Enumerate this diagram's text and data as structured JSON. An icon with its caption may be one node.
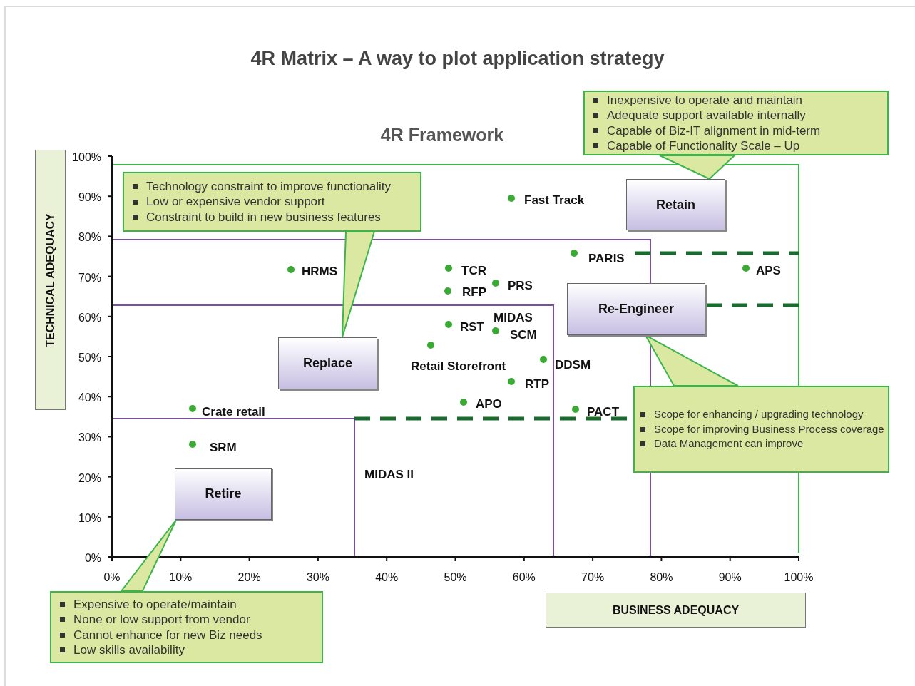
{
  "diagram": {
    "title": "4R Matrix – A way to plot application strategy",
    "nodes": [
      {
        "text": [
          "Inexpensive to operate and maintain",
          "Adequate support available internally",
          "Capable of Biz-IT alignment in mid-term",
          "Capable of Functionality Scale – Up"
        ]
      },
      {
        "text": [
          "Retain"
        ]
      },
      {
        "text": [
          "Technology constraint to improve functionality",
          "Low or expensive vendor support",
          "Constraint to build in new business features"
        ]
      },
      {
        "text": [
          "Replace"
        ]
      },
      {
        "text": [
          "Re-Engineer"
        ]
      },
      {
        "text": [
          "Scope for enhancing / upgrading technology",
          "Scope for improving Business Process coverage",
          "Data Management can improve"
        ]
      },
      {
        "text": [
          "Retire"
        ]
      },
      {
        "text": [
          "Expensive to operate/maintain",
          "None or low support from vendor",
          "Cannot enhance for new Biz needs",
          "Low skills availability"
        ]
      },
      {
        "text": [
          "TECHNICAL ADEQUACY"
        ]
      },
      {
        "text": [
          "BUSINESS ADEQUACY"
        ]
      }
    ],
    "edges": [
      {
        "from": 0,
        "to": 1,
        "arrow": "none"
      },
      {
        "from": 2,
        "to": 3,
        "arrow": "none"
      },
      {
        "from": 5,
        "to": 4,
        "arrow": "none"
      },
      {
        "from": 7,
        "to": 6,
        "arrow": "none"
      }
    ],
    "labels": [
      "4R Framework",
      "100%",
      "90%",
      "80%",
      "70%",
      "60%",
      "50%",
      "40%",
      "30%",
      "20%",
      "10%",
      "0%",
      "0%",
      "10%",
      "20%",
      "30%",
      "40%",
      "50%",
      "60%",
      "70%",
      "80%",
      "90%",
      "100%",
      "Fast Track",
      "PARIS",
      "HRMS",
      "TCR",
      "APS",
      "PRS",
      "RFP",
      "MIDAS",
      "RST",
      "SCM",
      "Retail Storefront",
      "DDSM",
      "RTP",
      "APO",
      "Crate retail",
      "PACT",
      "SRM",
      "MIDAS II"
    ]
  }
}
